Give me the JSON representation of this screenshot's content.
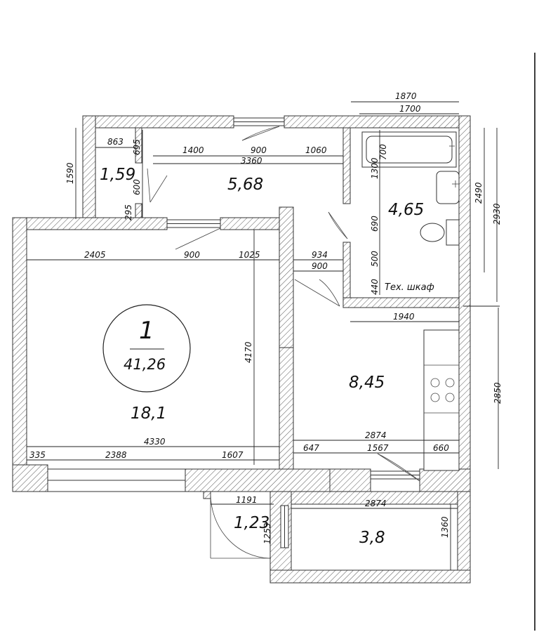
{
  "apartment": {
    "number": "1",
    "total_area": "41,26"
  },
  "rooms": {
    "living": "18,1",
    "corridor": "5,68",
    "storage": "1,59",
    "bathroom": "4,65",
    "kitchen": "8,45",
    "balcony": "3,8",
    "vestibule": "1,23"
  },
  "labels": {
    "tech_cabinet": "Тех. шкаф"
  },
  "dimensions": {
    "d1870": "1870",
    "d1700": "1700",
    "d863": "863",
    "d695": "695",
    "d1400": "1400",
    "d900_top": "900",
    "d1060": "1060",
    "d3360": "3360",
    "d1590": "1590",
    "d600": "600",
    "d295": "295",
    "d700": "700",
    "d1300": "1300",
    "d690": "690",
    "d500": "500",
    "d440": "440",
    "d2490": "2490",
    "d2930": "2930",
    "d2405": "2405",
    "d900_living": "900",
    "d1025": "1025",
    "d934": "934",
    "d900_hall": "900",
    "d4170": "4170",
    "d1940": "1940",
    "d2850": "2850",
    "d4330": "4330",
    "d335": "335",
    "d2388": "2388",
    "d1607": "1607",
    "d2874_k": "2874",
    "d647": "647",
    "d1567": "1567",
    "d660": "660",
    "d1191": "1191",
    "d2874_b": "2874",
    "d1360": "1360",
    "d1253": "1253"
  }
}
